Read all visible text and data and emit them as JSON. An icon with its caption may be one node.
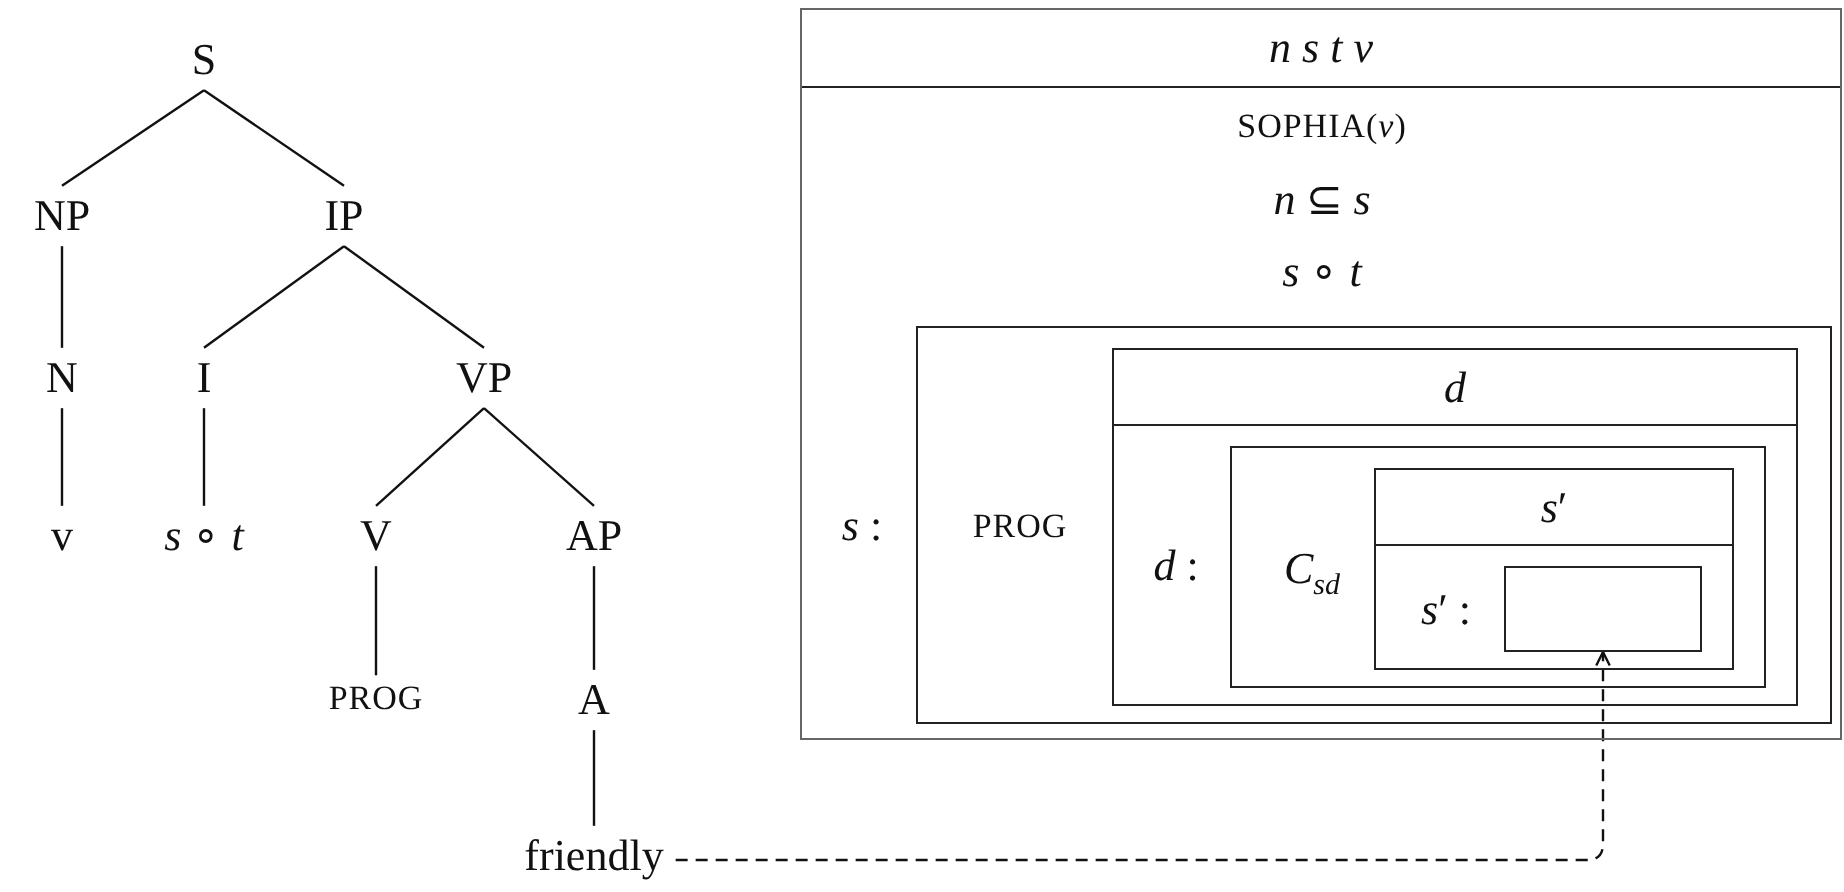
{
  "diagram": {
    "nodes": [
      {
        "text": [
          "S"
        ]
      },
      {
        "text": [
          "NP"
        ]
      },
      {
        "text": [
          "IP"
        ]
      },
      {
        "text": [
          "N"
        ]
      },
      {
        "text": [
          "I"
        ]
      },
      {
        "text": [
          "VP"
        ]
      },
      {
        "text": [
          "v"
        ]
      },
      {
        "text": [
          "*s* ∘ *t*"
        ]
      },
      {
        "text": [
          "V"
        ]
      },
      {
        "text": [
          "AP"
        ]
      },
      {
        "text": [
          "PROG"
        ]
      },
      {
        "text": [
          "A"
        ]
      },
      {
        "text": [
          "friendly"
        ]
      },
      {
        "text": [
          "*n s t v*",
          "SOPHIA(*v*)",
          "*n* ⊆ *s*",
          "*s* ∘ *t*",
          "*s* :"
        ]
      },
      {
        "text": [
          "PROG"
        ],
        "in": 13
      },
      {
        "text": [
          "*d*",
          "*d* :"
        ],
        "in": 14
      },
      {
        "text": [
          "*C*$_{sd}$"
        ],
        "in": 15
      },
      {
        "text": [
          "*s*′",
          "*s*′ :"
        ],
        "in": 16
      },
      {
        "text": [],
        "shape": "box",
        "in": 17
      }
    ],
    "edges": [
      {
        "from": 0,
        "to": 1,
        "arrow": "none"
      },
      {
        "from": 0,
        "to": 2,
        "arrow": "none"
      },
      {
        "from": 1,
        "to": 3,
        "arrow": "none"
      },
      {
        "from": 2,
        "to": 4,
        "arrow": "none"
      },
      {
        "from": 2,
        "to": 5,
        "arrow": "none"
      },
      {
        "from": 3,
        "to": 6,
        "arrow": "none"
      },
      {
        "from": 4,
        "to": 7,
        "arrow": "none"
      },
      {
        "from": 5,
        "to": 8,
        "arrow": "none"
      },
      {
        "from": 5,
        "to": 9,
        "arrow": "none"
      },
      {
        "from": 8,
        "to": 10,
        "arrow": "none"
      },
      {
        "from": 9,
        "to": 11,
        "arrow": "none"
      },
      {
        "from": 11,
        "to": 12,
        "arrow": "none"
      },
      {
        "from": 12,
        "to": 18,
        "arrow": "to",
        "style": "dashed"
      }
    ]
  }
}
